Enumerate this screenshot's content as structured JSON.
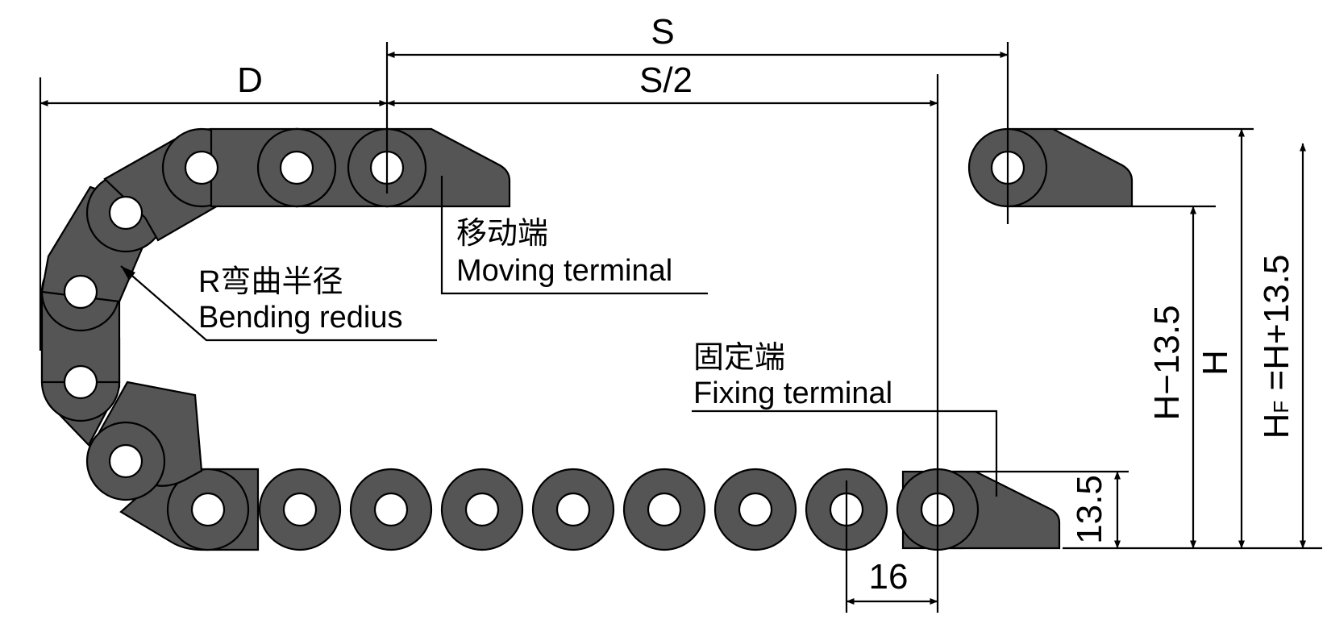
{
  "colors": {
    "chain_fill": "#555555",
    "outline": "#000000",
    "hole": "#ffffff",
    "background": "#ffffff"
  },
  "dimensions": {
    "stroke_s": "S",
    "half_stroke": "S/2",
    "distance_d": "D",
    "pitch": "16",
    "terminal_height": "13.5",
    "height_minus": "H−13.5",
    "height": "H",
    "height_f": "H",
    "height_f_sub": "F",
    "height_f_rest": " =H+13.5"
  },
  "labels": {
    "moving_cn": "移动端",
    "moving_en": "Moving terminal",
    "bending_cn": "R弯曲半径",
    "bending_en": "Bending redius",
    "fixing_cn": "固定端",
    "fixing_en": "Fixing terminal"
  }
}
